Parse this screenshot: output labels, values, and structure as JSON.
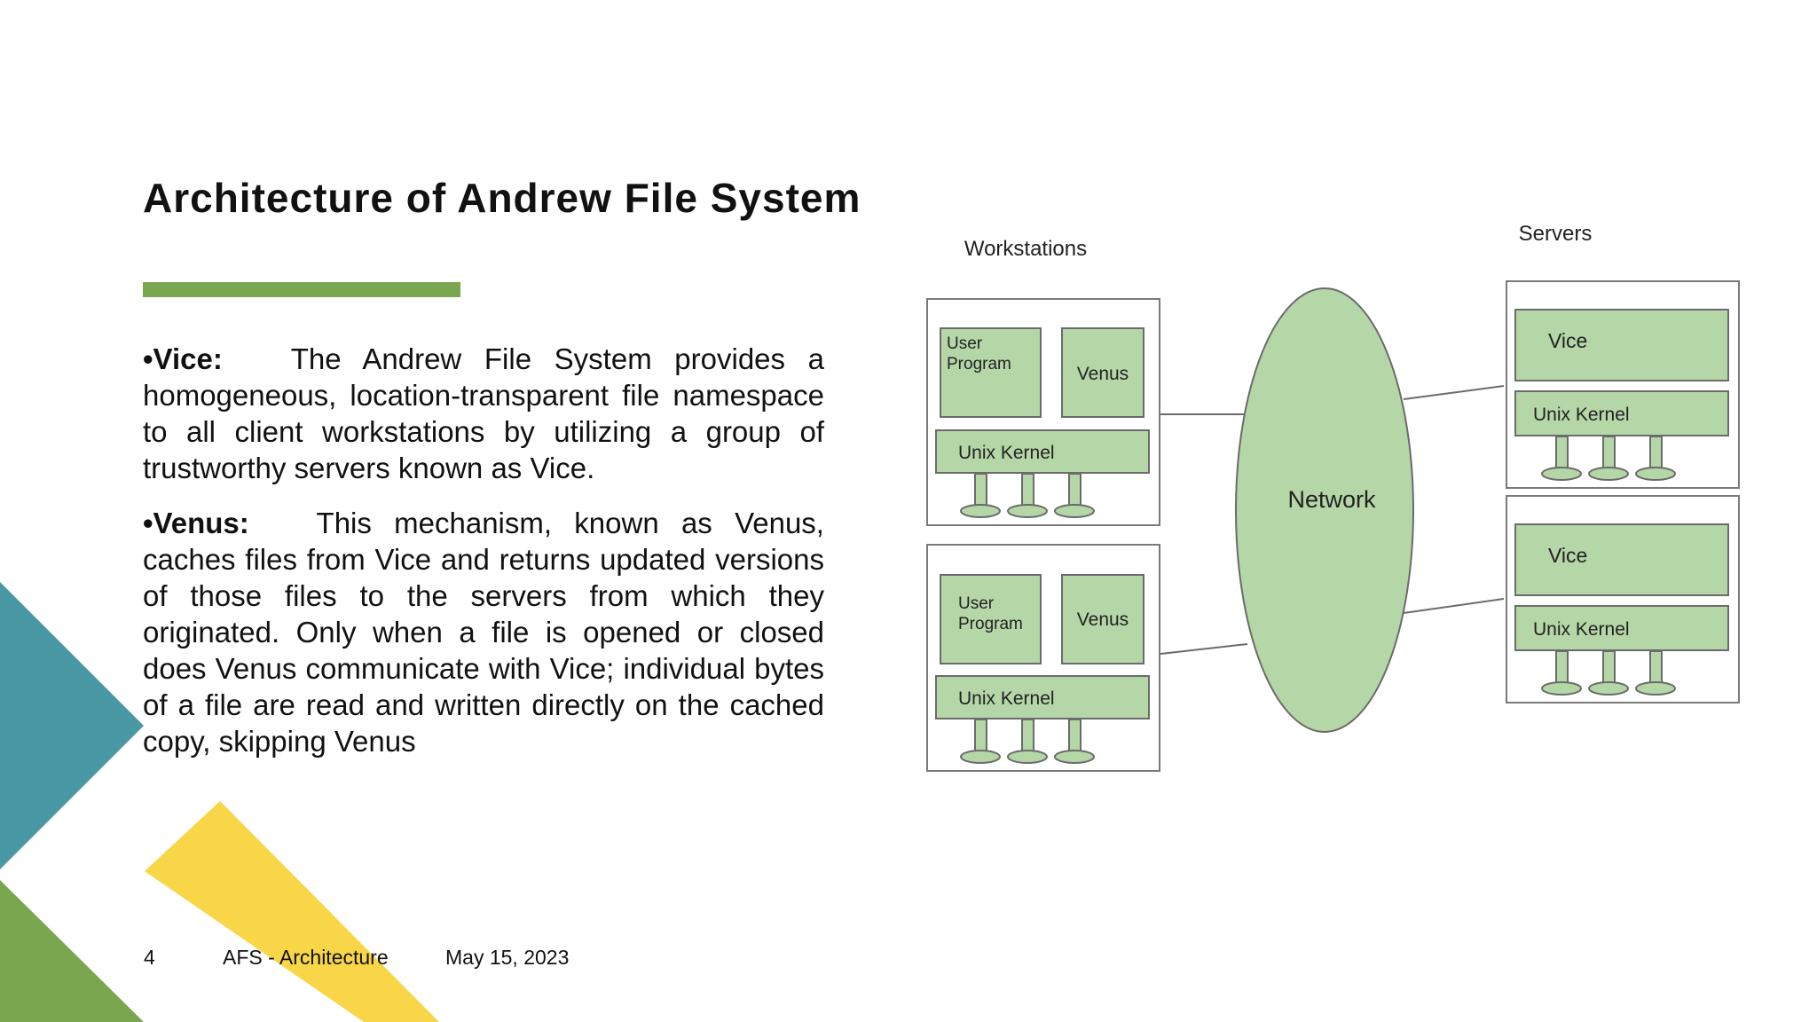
{
  "slide": {
    "title": "Architecture of Andrew File System",
    "bullets": [
      {
        "term": "•Vice:",
        "text": "The Andrew File System provides a homogeneous, location-transparent file namespace to all client workstations by utilizing a group of trustworthy servers known as Vice."
      },
      {
        "term": "•Venus:",
        "text": "This mechanism, known as Venus, caches files from Vice and returns updated versions of those files to the servers from which they originated. Only when a file is opened or closed does Venus communicate with Vice; individual bytes of a file are read and written directly on the cached copy, skipping Venus"
      }
    ],
    "footer": {
      "page_number": "4",
      "deck_title": "AFS - Architecture",
      "date": "May 15, 2023"
    }
  },
  "diagram": {
    "workstations_label": "Workstations",
    "servers_label": "Servers",
    "network_label": "Network",
    "workstation_boxes": [
      {
        "program_label_line1": "User",
        "program_label_line2": "Program",
        "cache_label": "Venus",
        "kernel_label": "Unix Kernel"
      },
      {
        "program_label_line1": "User",
        "program_label_line2": "Program",
        "cache_label": "Venus",
        "kernel_label": "Unix Kernel"
      }
    ],
    "server_boxes": [
      {
        "server_label": "Vice",
        "kernel_label": "Unix Kernel"
      },
      {
        "server_label": "Vice",
        "kernel_label": "Unix Kernel"
      }
    ]
  },
  "colors": {
    "accent_green": "#7aa650",
    "teal": "#4a98a3",
    "yellow": "#f8d648",
    "diagram_fill": "#b5d7a8",
    "diagram_stroke": "#6b6b6b"
  }
}
